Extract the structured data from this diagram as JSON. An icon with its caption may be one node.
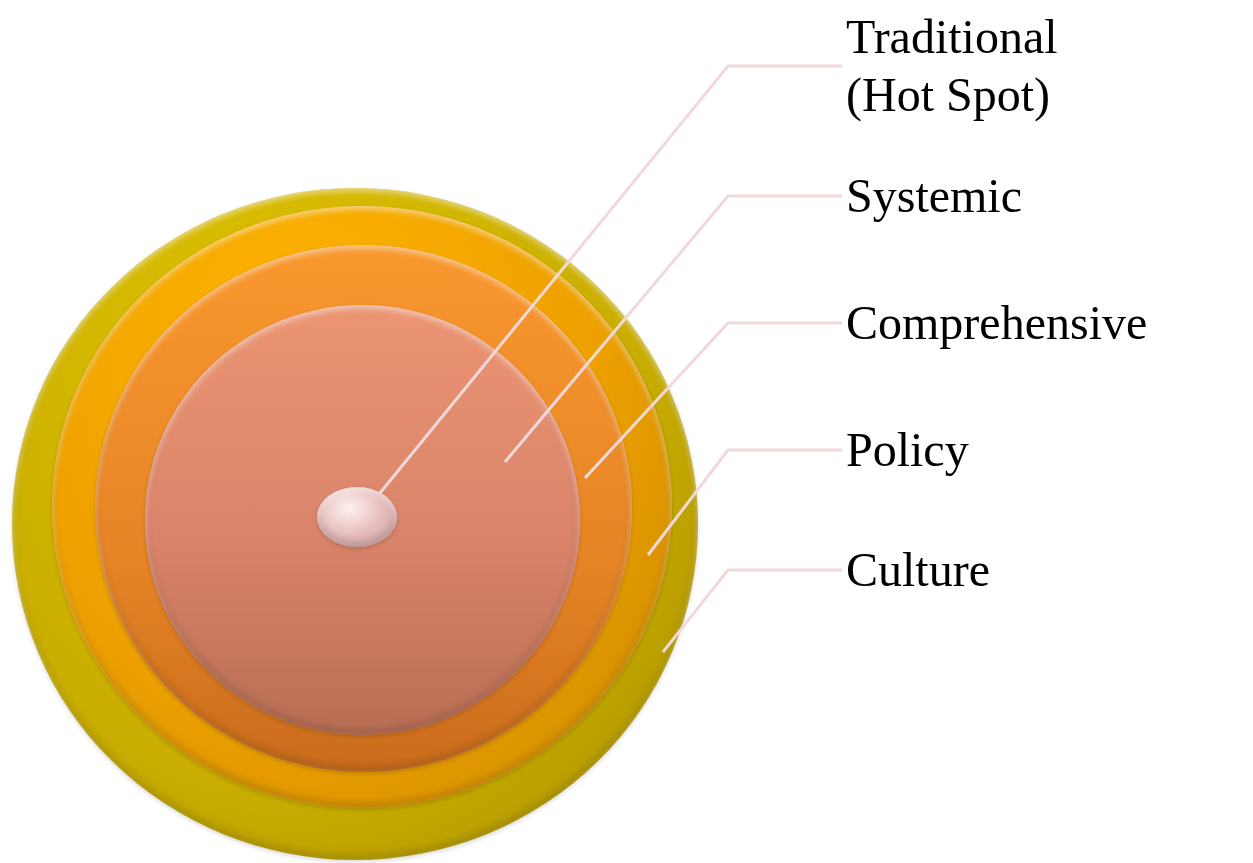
{
  "diagram": {
    "nodes": [
      {
        "text": [],
        "shape": "circle"
      },
      {
        "text": [],
        "shape": "circle",
        "in": 0
      },
      {
        "text": [],
        "shape": "circle",
        "in": 1
      },
      {
        "text": [],
        "shape": "circle",
        "in": 2
      },
      {
        "text": [],
        "shape": "circle",
        "in": 3
      },
      {
        "text": [
          "Traditional (Hot Spot)"
        ]
      },
      {
        "text": [
          "Systemic"
        ]
      },
      {
        "text": [
          "Comprehensive"
        ]
      },
      {
        "text": [
          "Policy"
        ]
      },
      {
        "text": [
          "Culture"
        ]
      }
    ],
    "edges": [
      {
        "from": 5,
        "to": 4,
        "arrow": "none"
      },
      {
        "from": 6,
        "to": 3,
        "arrow": "none"
      },
      {
        "from": 7,
        "to": 2,
        "arrow": "none"
      },
      {
        "from": 8,
        "to": 1,
        "arrow": "none"
      },
      {
        "from": 9,
        "to": 0,
        "arrow": "none"
      }
    ]
  }
}
